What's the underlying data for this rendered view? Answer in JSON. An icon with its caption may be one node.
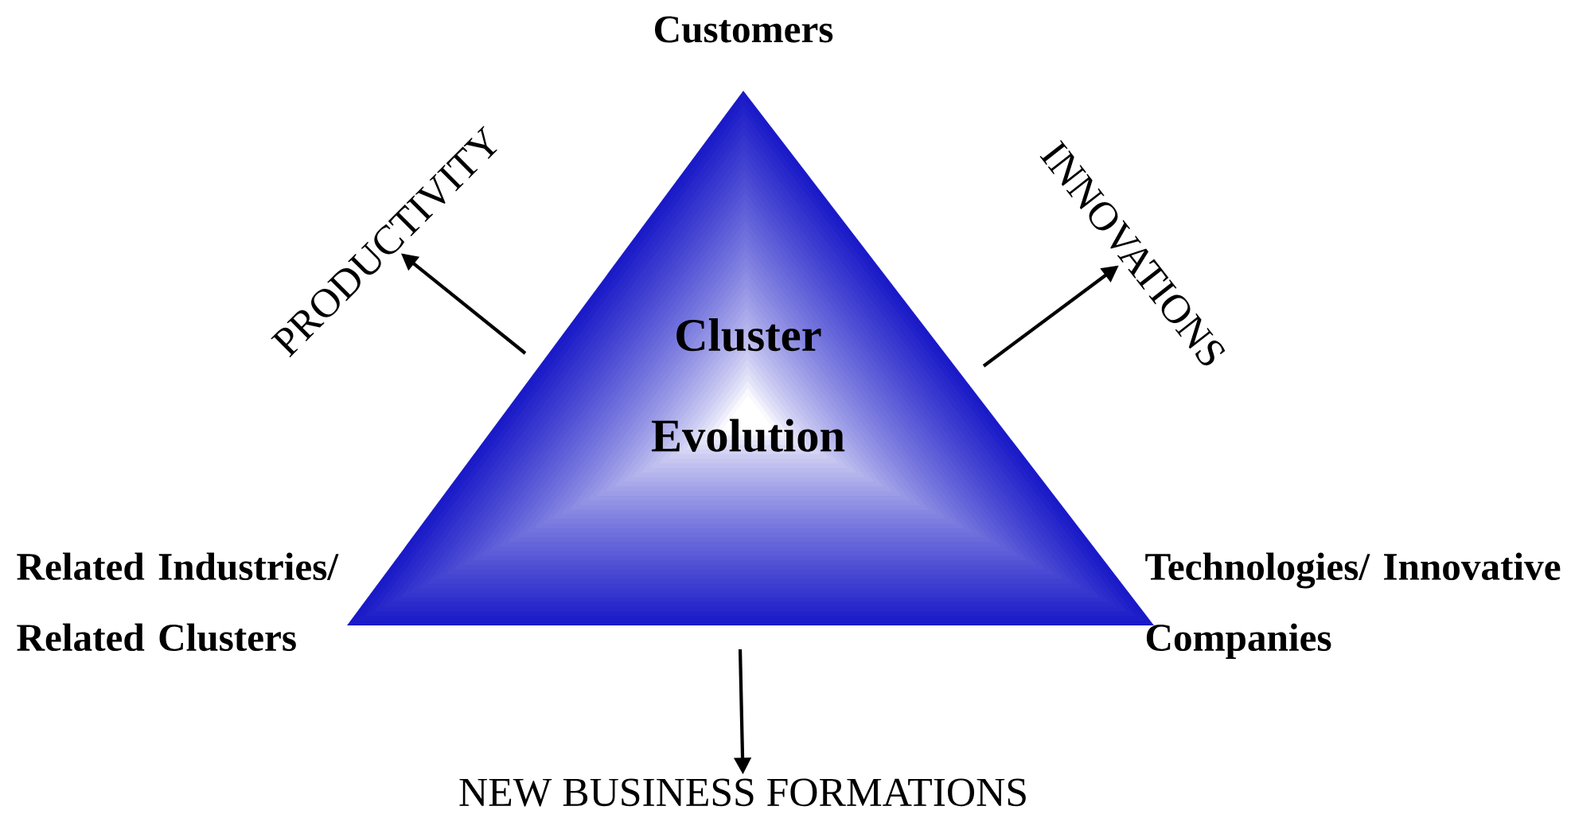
{
  "diagram": {
    "nodes": [
      {
        "text": [
          "Cluster Evolution"
        ],
        "beside": [
          "Customers",
          "Related Industries/ Related Clusters",
          "Technologies/ Innovative Companies"
        ]
      },
      {
        "text": [
          "PRODUCTIVITY"
        ]
      },
      {
        "text": [
          "INNOVATIONS"
        ]
      },
      {
        "text": [
          "NEW BUSINESS FORMATIONS"
        ]
      }
    ],
    "edges": [
      {
        "from": 0,
        "to": 1,
        "arrow": "to"
      },
      {
        "from": 0,
        "to": 2,
        "arrow": "to"
      },
      {
        "from": 0,
        "to": 3,
        "arrow": "to"
      }
    ]
  }
}
